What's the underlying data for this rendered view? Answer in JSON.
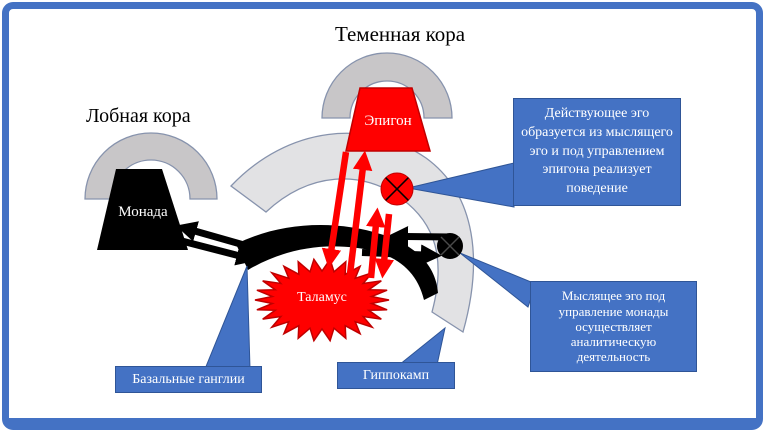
{
  "slide": {
    "parietal_title": "Теменная кора",
    "frontal_title": "Лобная кора",
    "shapes": {
      "epigon": "Эпигон",
      "monada": "Монада",
      "thalamus": "Таламус"
    },
    "callouts": {
      "acting_ego": "Действующее эго образуется из мыслящего эго и под управлением эпигона реализует поведение",
      "thinking_ego": "Мыслящее эго под управление монады осуществляет аналитическую деятельность",
      "basal_ganglia": "Базальные ганглии",
      "hippocampus": "Гиппокамп"
    },
    "icons": {
      "red_x_circle": "red-circle-with-x",
      "black_x_circle": "black-circle-with-x"
    },
    "colors": {
      "accent_blue": "#4472C4",
      "accent_blue_dark": "#2F5597",
      "red": "#FF0000",
      "red_dark": "#C00000",
      "arch_gray": "#C8C6C8",
      "band_gray": "#E2E2E4",
      "outline_slate": "#8793AD",
      "black": "#000000"
    }
  }
}
